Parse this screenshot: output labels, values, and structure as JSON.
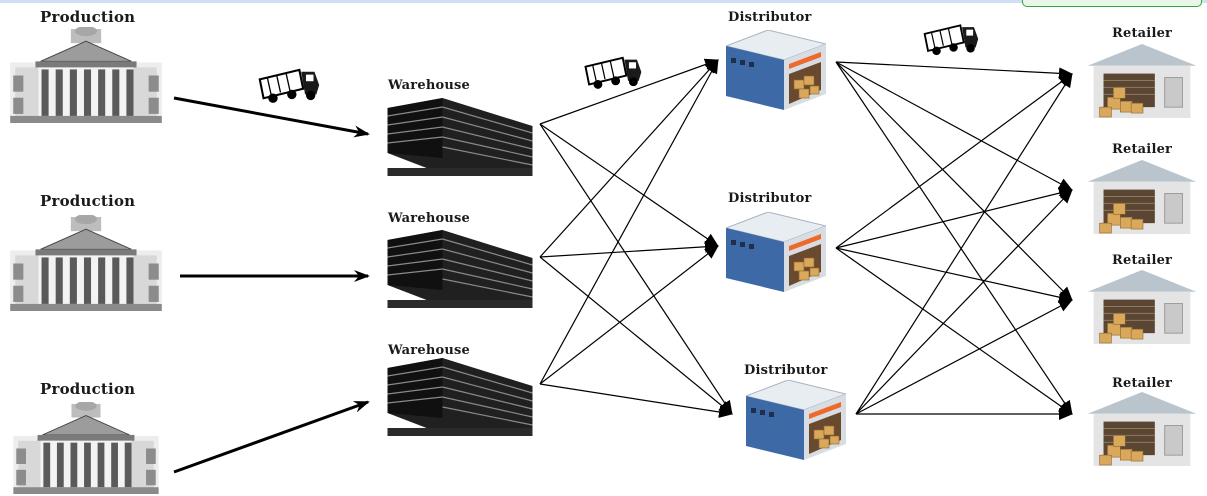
{
  "labels": {
    "production": [
      "Production",
      "Production",
      "Production"
    ],
    "warehouse": [
      "Warehouse",
      "Warehouse",
      "Warehouse"
    ],
    "distributor": [
      "Distributor",
      "Distributor",
      "Distributor"
    ],
    "retailer": [
      "Retailer",
      "Retailer",
      "Retailer",
      "Retailer"
    ]
  },
  "icons": {
    "production": "government-building-icon",
    "warehouse": "office-building-icon",
    "distributor": "distribution-center-icon",
    "retailer": "retail-store-icon",
    "transport": "truck-icon"
  },
  "colors": {
    "line": "#000000",
    "distributor_wall": "#3d6aa6",
    "distributor_roof": "#e8edf2",
    "distributor_sign": "#ef6a2a",
    "retailer_wall": "#e4e4e4",
    "retailer_roof": "#b9c4cc",
    "crate": "#d9a85a"
  }
}
